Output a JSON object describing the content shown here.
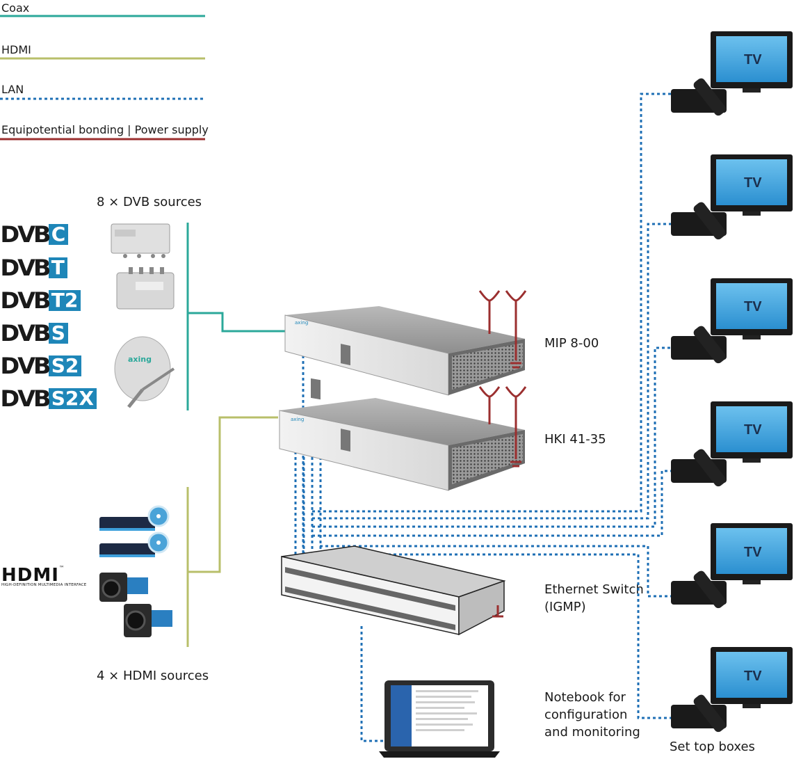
{
  "legend": [
    {
      "label": "Coax",
      "color": "#2ba89a",
      "style": "solid"
    },
    {
      "label": "HDMI",
      "color": "#b8bf6a",
      "style": "solid"
    },
    {
      "label": "LAN",
      "color": "#1e6fb5",
      "style": "dotted"
    },
    {
      "label": "Equipotential bonding | Power supply",
      "color": "#9b2f2f",
      "style": "solid"
    }
  ],
  "dvb_sources_label": "8 × DVB sources",
  "hdmi_sources_label": "4 × HDMI sources",
  "dvb_logos": [
    {
      "word": "DVB",
      "box": "C"
    },
    {
      "word": "DVB",
      "box": "T"
    },
    {
      "word": "DVB",
      "box": "T2"
    },
    {
      "word": "DVB",
      "box": "S"
    },
    {
      "word": "DVB",
      "box": "S2"
    },
    {
      "word": "DVB",
      "box": "S2X"
    }
  ],
  "hdmi_logo": {
    "word": "HDMI",
    "tm": "™",
    "subtitle": "HIGH-DEFINITION MULTIMEDIA INTERFACE"
  },
  "devices": {
    "mip": "MIP 8-00",
    "hki": "HKI 41-35",
    "switch": "Ethernet Switch\n(IGMP)",
    "notebook": "Notebook for\nconfiguration\nand monitoring",
    "brand": "axing"
  },
  "tv_label": "TV",
  "set_top_boxes_label": "Set top boxes",
  "colors": {
    "coax": "#2ba89a",
    "hdmi": "#b8bf6a",
    "lan": "#1e6fb5",
    "power": "#9b2f2f",
    "dvb_blue": "#1e86b8",
    "tv_screen": "#3d9fd9"
  }
}
